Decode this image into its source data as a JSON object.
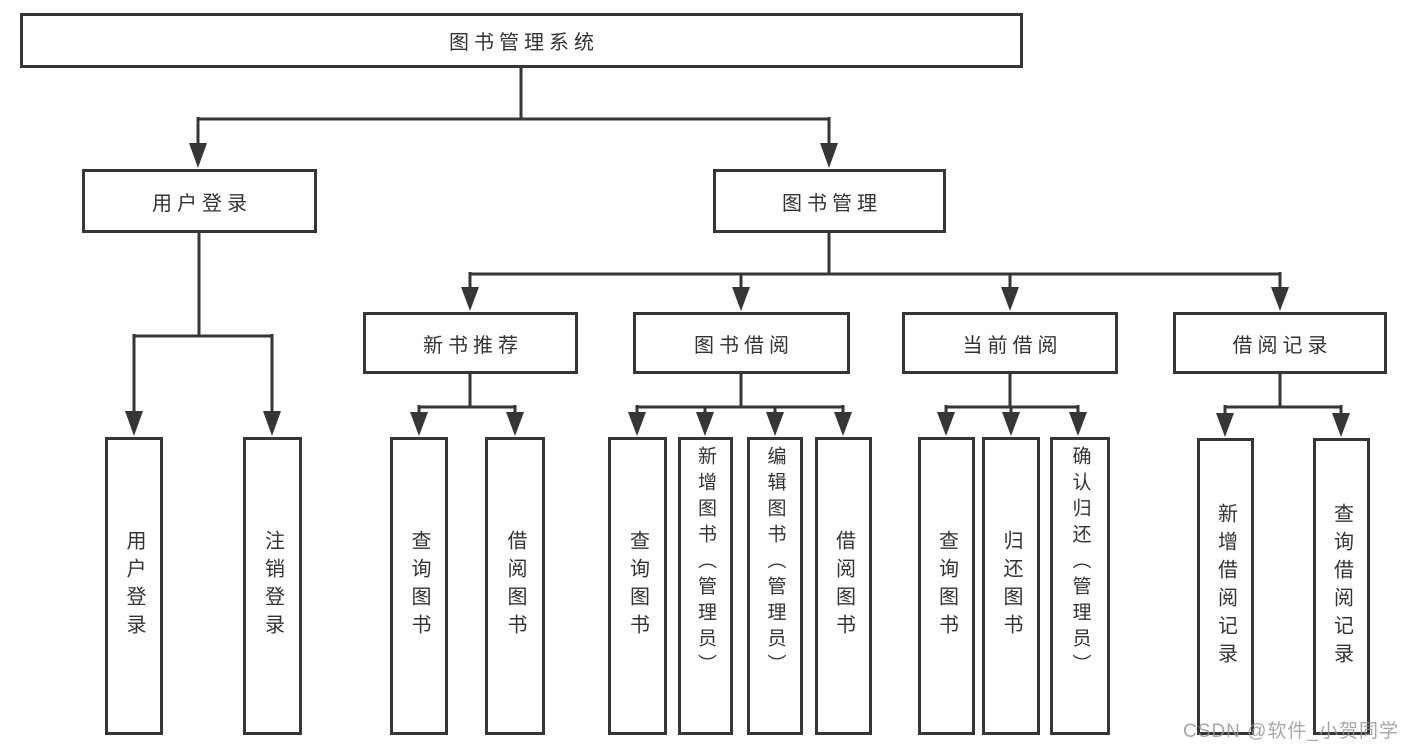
{
  "diagram": {
    "watermark": "CSDN @软件_小贺同学",
    "colors": {
      "line": "#363636",
      "box_border": "#363636",
      "box_background": "#ffffff",
      "text": "#333333",
      "watermark_text": "#949494"
    },
    "tree": {
      "label": "图书管理系统",
      "children": [
        {
          "label": "用户登录",
          "children": [
            {
              "label": "用户登录"
            },
            {
              "label": "注销登录"
            }
          ]
        },
        {
          "label": "图书管理",
          "children": [
            {
              "label": "新书推荐",
              "children": [
                {
                  "label": "查询图书"
                },
                {
                  "label": "借阅图书"
                }
              ]
            },
            {
              "label": "图书借阅",
              "children": [
                {
                  "label": "查询图书"
                },
                {
                  "label": "新增图书（管理员）"
                },
                {
                  "label": "编辑图书（管理员）"
                },
                {
                  "label": "借阅图书"
                }
              ]
            },
            {
              "label": "当前借阅",
              "children": [
                {
                  "label": "查询图书"
                },
                {
                  "label": "归还图书"
                },
                {
                  "label": "确认归还（管理员）"
                }
              ]
            },
            {
              "label": "借阅记录",
              "children": [
                {
                  "label": "新增借阅记录"
                },
                {
                  "label": "查询借阅记录"
                }
              ]
            }
          ]
        }
      ]
    }
  }
}
